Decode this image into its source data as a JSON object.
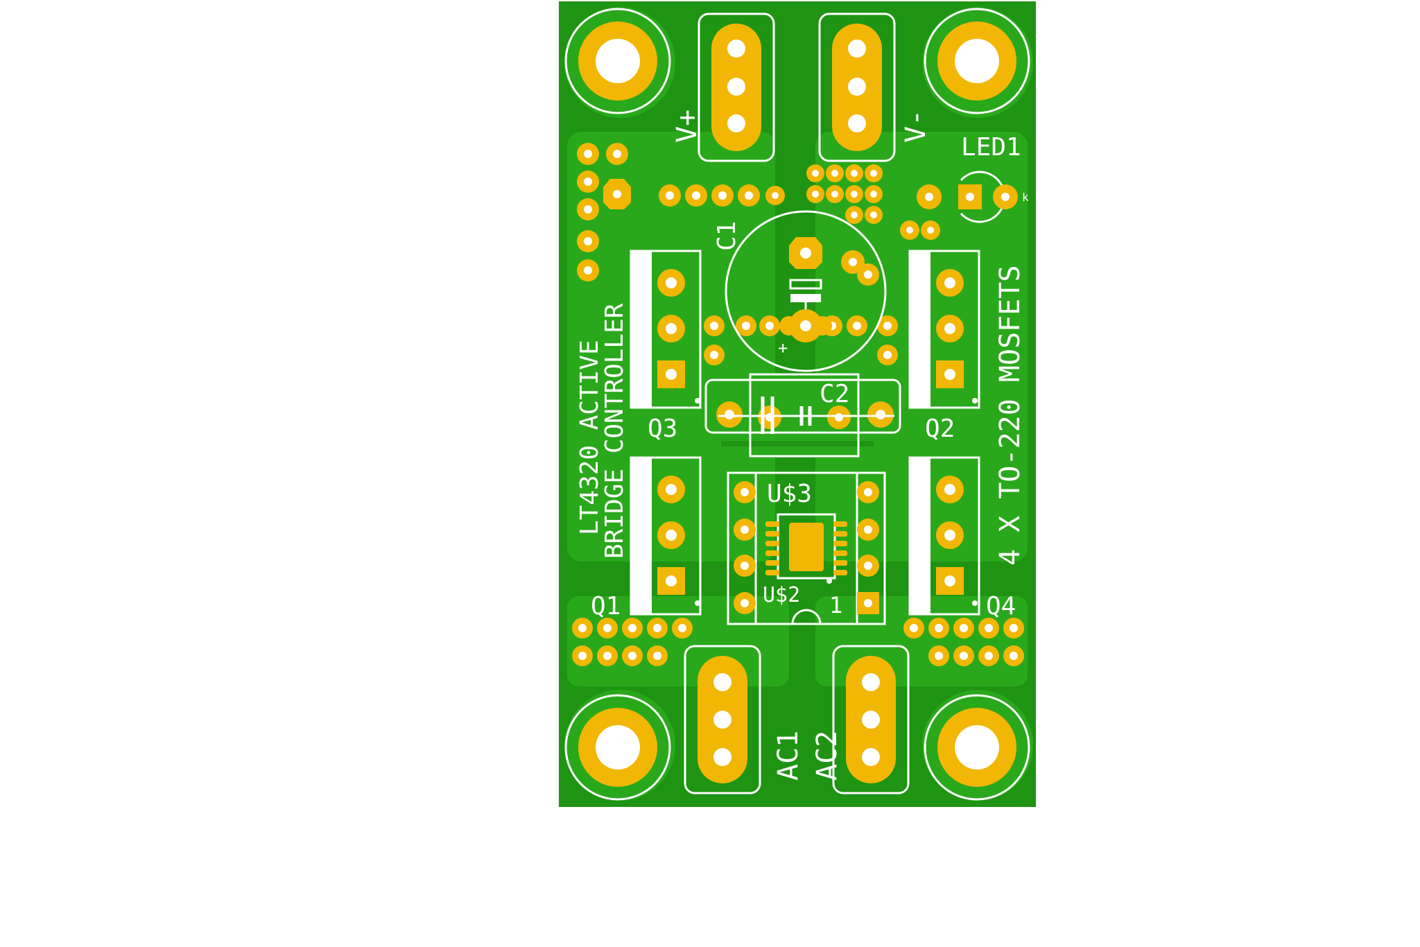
{
  "board": {
    "colors": {
      "background": "#ffffff",
      "board": "#1e9412",
      "copper_trace": "#2aa81c",
      "pad": "#f2b705",
      "drill": "#ffffff",
      "silkscreen": "#ffffff"
    }
  },
  "labels": {
    "vplus": "V+",
    "vminus": "V-",
    "led1": "LED1",
    "k": "k",
    "c1": "C1",
    "c2": "C2",
    "q1": "Q1",
    "q2": "Q2",
    "q3": "Q3",
    "q4": "Q4",
    "u3": "U$3",
    "u2": "U$2",
    "pin1": "1",
    "ac1": "AC1",
    "ac2": "AC2",
    "plus": "+",
    "title_line1": "LT4320 ACTIVE",
    "title_line2": "BRIDGE CONTROLLER",
    "mosfets": "4 X TO-220 MOSFETS"
  }
}
